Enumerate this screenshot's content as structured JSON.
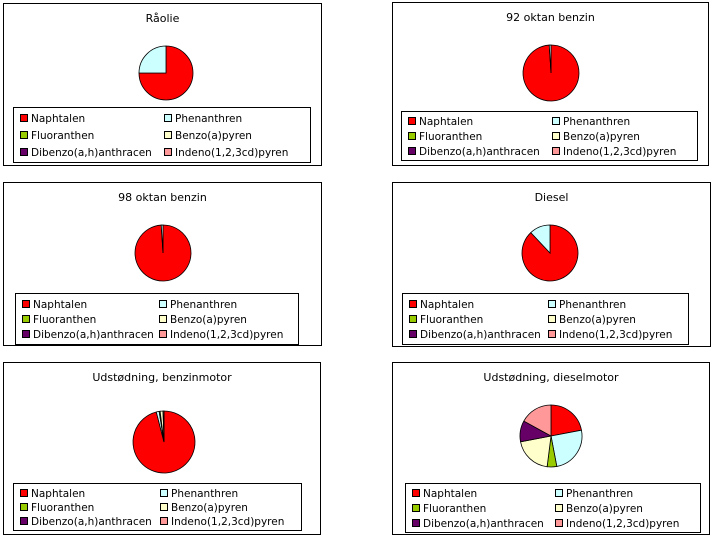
{
  "colors": {
    "Naphtalen": "#ff0000",
    "Phenanthren": "#ccffff",
    "Fluoranthen": "#99cc00",
    "Benzo(a)pyren": "#ffffcc",
    "Dibenzo(a,h)anthracen": "#660066",
    "Indeno(1,2,3cd)pyren": "#ff9999"
  },
  "legend_labels": [
    "Naphtalen",
    "Phenanthren",
    "Fluoranthen",
    "Benzo(a)pyren",
    "Dibenzo(a,h)anthracen",
    "Indeno(1,2,3cd)pyren"
  ],
  "chart_data": [
    {
      "type": "pie",
      "title": "Råolie",
      "labels": [
        "Naphtalen",
        "Phenanthren",
        "Fluoranthen",
        "Benzo(a)pyren",
        "Dibenzo(a,h)anthracen",
        "Indeno(1,2,3cd)pyren"
      ],
      "values": [
        75,
        25,
        0,
        0,
        0,
        0
      ],
      "legend": "bottom"
    },
    {
      "type": "pie",
      "title": "92 oktan benzin",
      "labels": [
        "Naphtalen",
        "Phenanthren",
        "Fluoranthen",
        "Benzo(a)pyren",
        "Dibenzo(a,h)anthracen",
        "Indeno(1,2,3cd)pyren"
      ],
      "values": [
        99,
        1,
        0,
        0,
        0,
        0
      ],
      "legend": "bottom"
    },
    {
      "type": "pie",
      "title": "98 oktan benzin",
      "labels": [
        "Naphtalen",
        "Phenanthren",
        "Fluoranthen",
        "Benzo(a)pyren",
        "Dibenzo(a,h)anthracen",
        "Indeno(1,2,3cd)pyren"
      ],
      "values": [
        99,
        1,
        0,
        0,
        0,
        0
      ],
      "legend": "bottom"
    },
    {
      "type": "pie",
      "title": "Diesel",
      "labels": [
        "Naphtalen",
        "Phenanthren",
        "Fluoranthen",
        "Benzo(a)pyren",
        "Dibenzo(a,h)anthracen",
        "Indeno(1,2,3cd)pyren"
      ],
      "values": [
        88,
        12,
        0,
        0,
        0,
        0
      ],
      "legend": "bottom"
    },
    {
      "type": "pie",
      "title": "Udstødning, benzinmotor",
      "labels": [
        "Naphtalen",
        "Phenanthren",
        "Fluoranthen",
        "Benzo(a)pyren",
        "Dibenzo(a,h)anthracen",
        "Indeno(1,2,3cd)pyren"
      ],
      "values": [
        96,
        1.5,
        0.5,
        1.5,
        0,
        0.5
      ],
      "legend": "bottom"
    },
    {
      "type": "pie",
      "title": "Udstødning, dieselmotor",
      "labels": [
        "Naphtalen",
        "Phenanthren",
        "Fluoranthen",
        "Benzo(a)pyren",
        "Dibenzo(a,h)anthracen",
        "Indeno(1,2,3cd)pyren"
      ],
      "values": [
        22,
        25,
        5,
        20,
        11,
        17
      ],
      "legend": "bottom"
    }
  ]
}
